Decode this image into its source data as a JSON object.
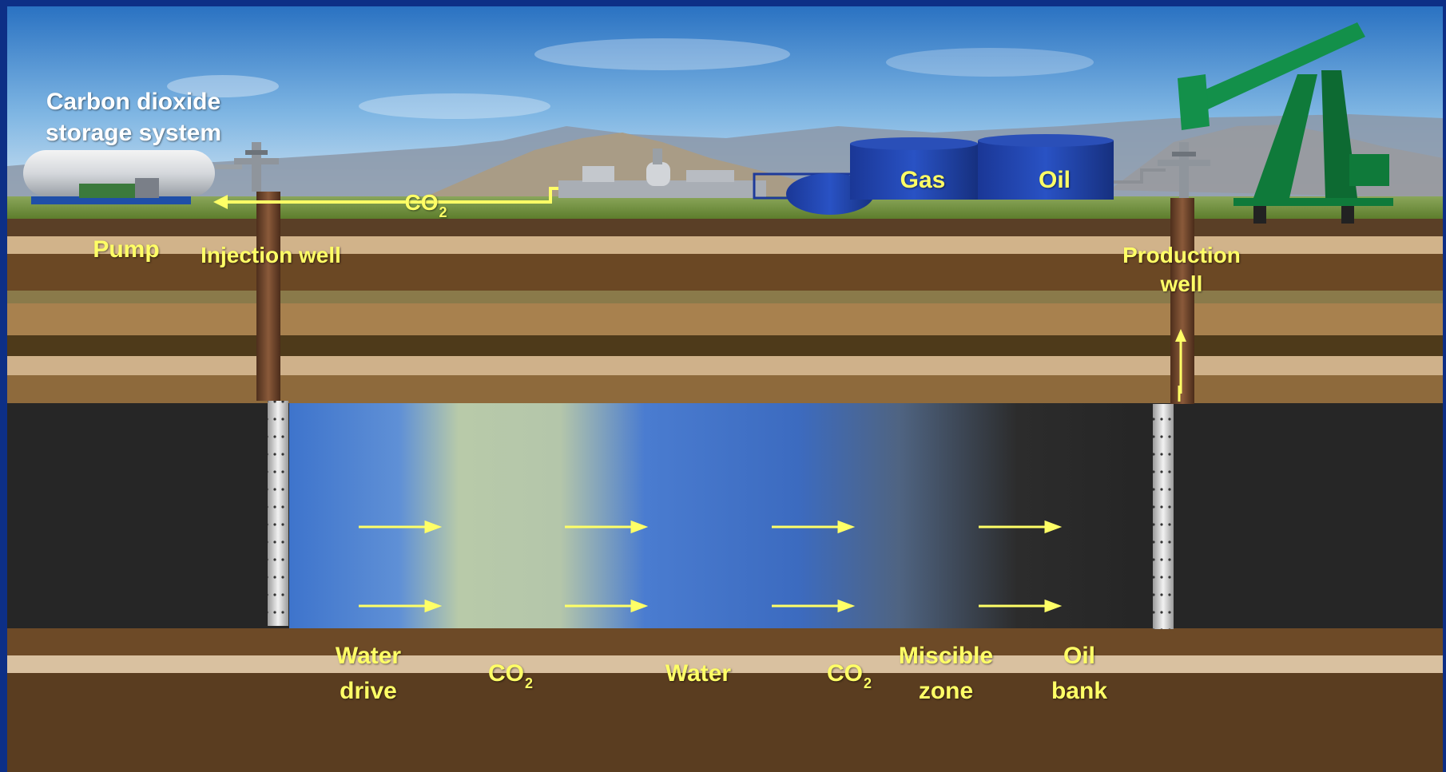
{
  "labels": {
    "storage_system": [
      "Carbon dioxide",
      "storage system"
    ],
    "pump": "Pump",
    "injection_well": "Injection well",
    "co2_pipe": {
      "base": "CO",
      "sub": "2"
    },
    "gas": "Gas",
    "oil": "Oil",
    "production_well": [
      "Production",
      "well"
    ]
  },
  "zones": [
    {
      "lines": [
        "Water",
        "drive"
      ]
    },
    {
      "formula": {
        "base": "CO",
        "sub": "2"
      }
    },
    {
      "lines": [
        "Water"
      ]
    },
    {
      "formula": {
        "base": "CO",
        "sub": "2"
      }
    },
    {
      "lines": [
        "Miscible",
        "zone"
      ]
    },
    {
      "lines": [
        "Oil",
        "bank"
      ]
    }
  ],
  "colors": {
    "frame": "#0d2f86",
    "label": "#ffff66",
    "arrow": "#ffff66",
    "water": "#3a70c8",
    "co2": "#c6d4a8",
    "rock": "#262626",
    "pump_jack": "#0f7a3a",
    "tanks": "#1c3fa0"
  },
  "icons": [
    "pump-jack-icon",
    "storage-tank-icon",
    "wellhead-icon",
    "flow-arrow-icon"
  ]
}
